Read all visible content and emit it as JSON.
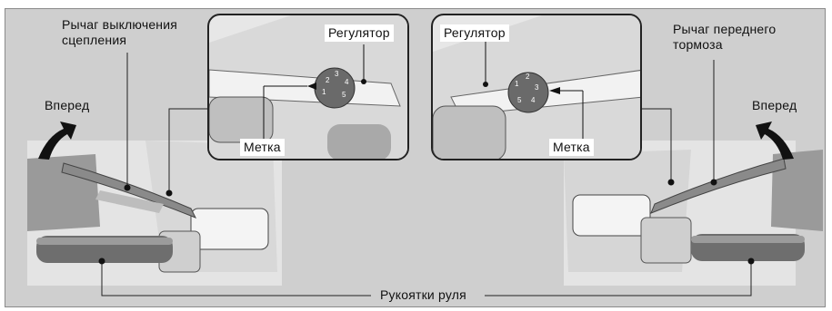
{
  "labels": {
    "clutch_lever": "Рычаг выключения сцепления",
    "front_brake_lever": "Рычаг переднего тормоза",
    "forward_left": "Вперед",
    "forward_right": "Вперед",
    "adjuster_left": "Регулятор",
    "adjuster_right": "Регулятор",
    "mark_left": "Метка",
    "mark_right": "Метка",
    "handlebar_grips": "Рукоятки руля"
  },
  "dial_left_numbers": [
    "1",
    "2",
    "3",
    "4",
    "5"
  ],
  "dial_right_numbers": [
    "1",
    "2",
    "3",
    "4",
    "5"
  ],
  "colors": {
    "background": "#cfcfcf",
    "inset_background": "#e7e7e7",
    "arrow": "#111111",
    "line": "#222222"
  }
}
